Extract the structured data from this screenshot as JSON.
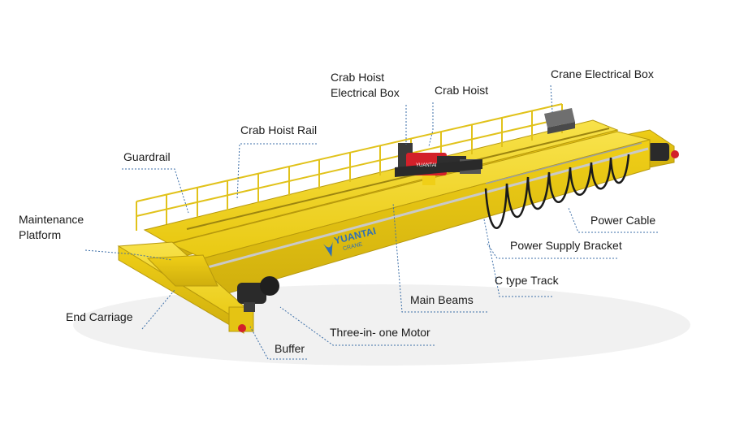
{
  "labels": {
    "crab_hoist_electrical_box": "Crab Hoist Electrical Box",
    "crab_hoist": "Crab Hoist",
    "crane_electrical_box": "Crane Electrical Box",
    "crab_hoist_rail": "Crab Hoist Rail",
    "guardrail": "Guardrail",
    "maintenance_platform": "Maintenance Platform",
    "power_cable": "Power Cable",
    "power_supply_bracket": "Power Supply Bracket",
    "c_type_track": "C type Track",
    "main_beams": "Main Beams",
    "end_carriage": "End Carriage",
    "three_in_one_motor": "Three-in- one Motor",
    "buffer": "Buffer"
  },
  "logo": {
    "brand": "YUANTAI",
    "sub": "CRANE",
    "hoist_badge": "YUANTAI"
  },
  "colors": {
    "beam_yellow": "#f2d21a",
    "beam_shadow": "#c9a80f",
    "hoist_red": "#d3202a",
    "motor_dark": "#2a2a2a",
    "leader_blue": "#3d6fa8",
    "logo_blue": "#2f6fb5"
  }
}
